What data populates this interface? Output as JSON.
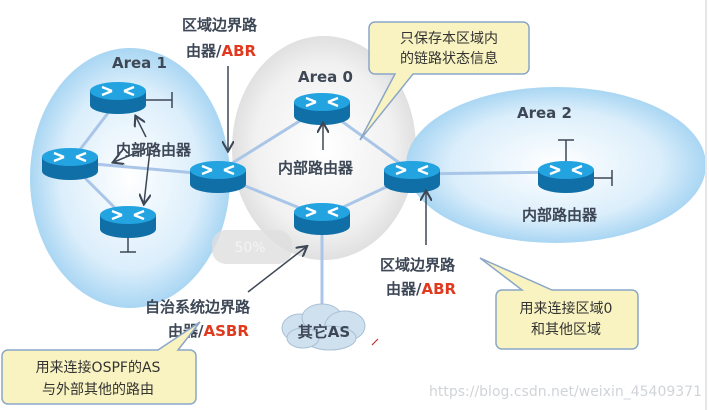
{
  "areas": {
    "area1": "Area 1",
    "area0": "Area 0",
    "area2": "Area 2"
  },
  "labels": {
    "abr_top_line1": "区域边界路",
    "abr_top_line2": "由器/",
    "abr_top_red": "ABR",
    "internal_area1": "内部路由器",
    "internal_area0": "内部路由器",
    "internal_area2": "内部路由器",
    "abr_bottom_line1": "区域边界路",
    "abr_bottom_line2": "由器/",
    "abr_bottom_red": "ABR",
    "asbr_line1": "自治系统边界路",
    "asbr_line2": "由器/",
    "asbr_red": "ASBR",
    "other_as": "其它AS",
    "zoom_badge": "50%"
  },
  "callouts": {
    "top": [
      "只保存本区域内",
      "的链路状态信息"
    ],
    "right": [
      "用来连接区域0",
      "和其他区域"
    ],
    "left": [
      "用来连接OSPF的AS",
      "与外部其他的路由"
    ]
  },
  "watermark": "https://blog.csdn.net/weixin_45409371",
  "colors": {
    "red": "#e03a1e",
    "router": "#1a8fcf",
    "link": "#a9c6e8",
    "callout": "#f8f3c0"
  }
}
